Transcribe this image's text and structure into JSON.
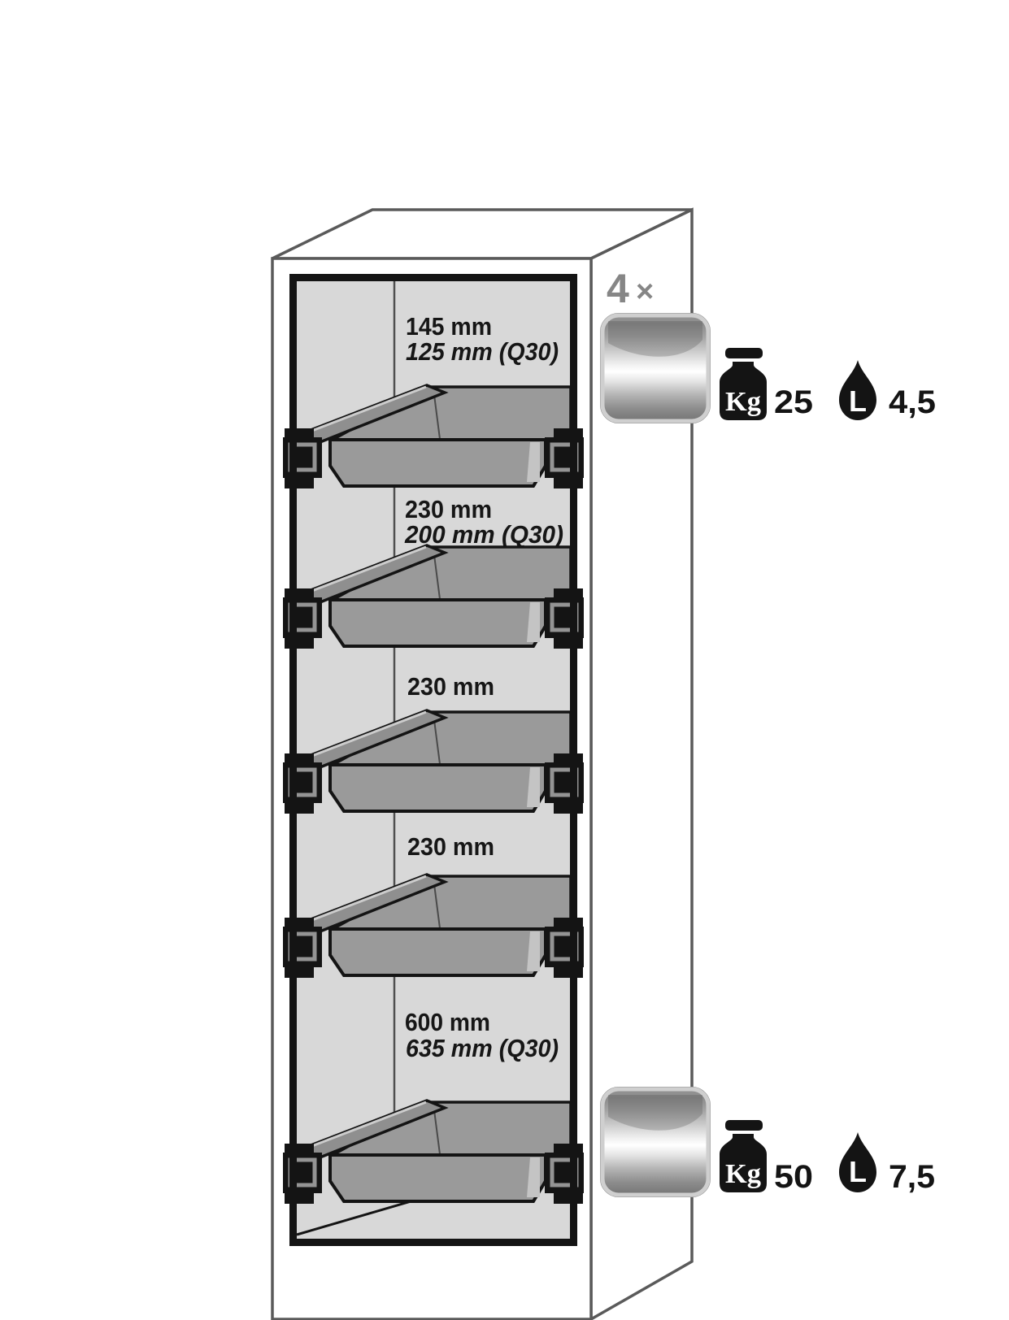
{
  "diagram": {
    "title": "safety-cabinet-pullout-shelf-configuration",
    "multiplier": {
      "count": "4",
      "symbol": "×"
    },
    "compartments": [
      {
        "height": "145 mm",
        "height_q30": "125 mm (Q30)"
      },
      {
        "height": "230 mm",
        "height_q30": "200 mm (Q30)"
      },
      {
        "height": "230 mm"
      },
      {
        "height": "230 mm"
      },
      {
        "height": "600 mm",
        "height_q30": "635 mm (Q30)"
      }
    ],
    "capacity_top": {
      "weight_unit": "Kg",
      "weight_value": "25",
      "volume_unit": "L",
      "volume_value": "4,5"
    },
    "capacity_bottom": {
      "weight_unit": "Kg",
      "weight_value": "50",
      "volume_unit": "L",
      "volume_value": "7,5"
    },
    "colors": {
      "interior_wall": "#d8d8d8",
      "tray_gray": "#9a9a9a",
      "outline_black": "#141414",
      "cabinet_line": "#5a5a5a",
      "label_text": "#161616",
      "multiplier_text": "#868686"
    }
  }
}
